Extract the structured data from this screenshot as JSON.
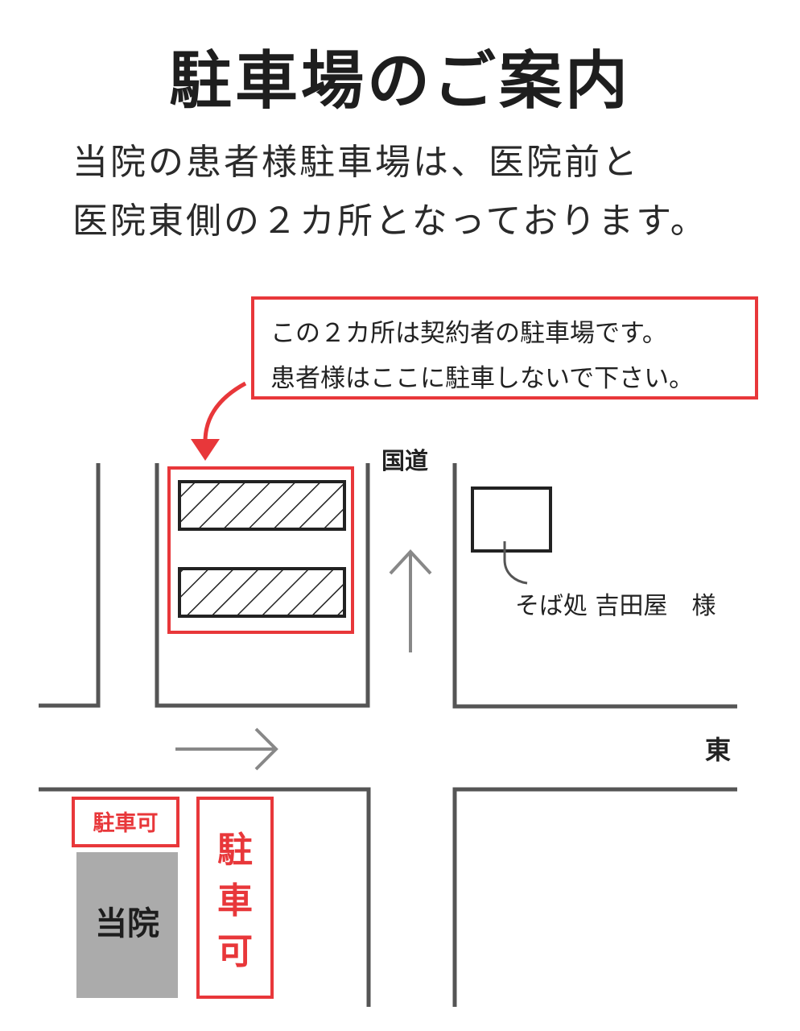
{
  "title": "駐車場のご案内",
  "intro": {
    "line1": "当院の患者様駐車場は、医院前と",
    "line2": "医院東側の２カ所となっております。"
  },
  "notice": {
    "line1": "この２カ所は契約者の駐車場です。",
    "line2": "患者様はここに駐車しないで下さい。"
  },
  "map": {
    "national_road_label": "国道",
    "east_label": "東",
    "landmark_label": "そば処 吉田屋　様",
    "clinic_label": "当院",
    "parking_ok_small": "駐車可",
    "parking_ok_vertical": [
      "駐",
      "車",
      "可"
    ]
  },
  "colors": {
    "accent": "#e8373a",
    "road": "#555555",
    "clinic": "#ababab"
  }
}
